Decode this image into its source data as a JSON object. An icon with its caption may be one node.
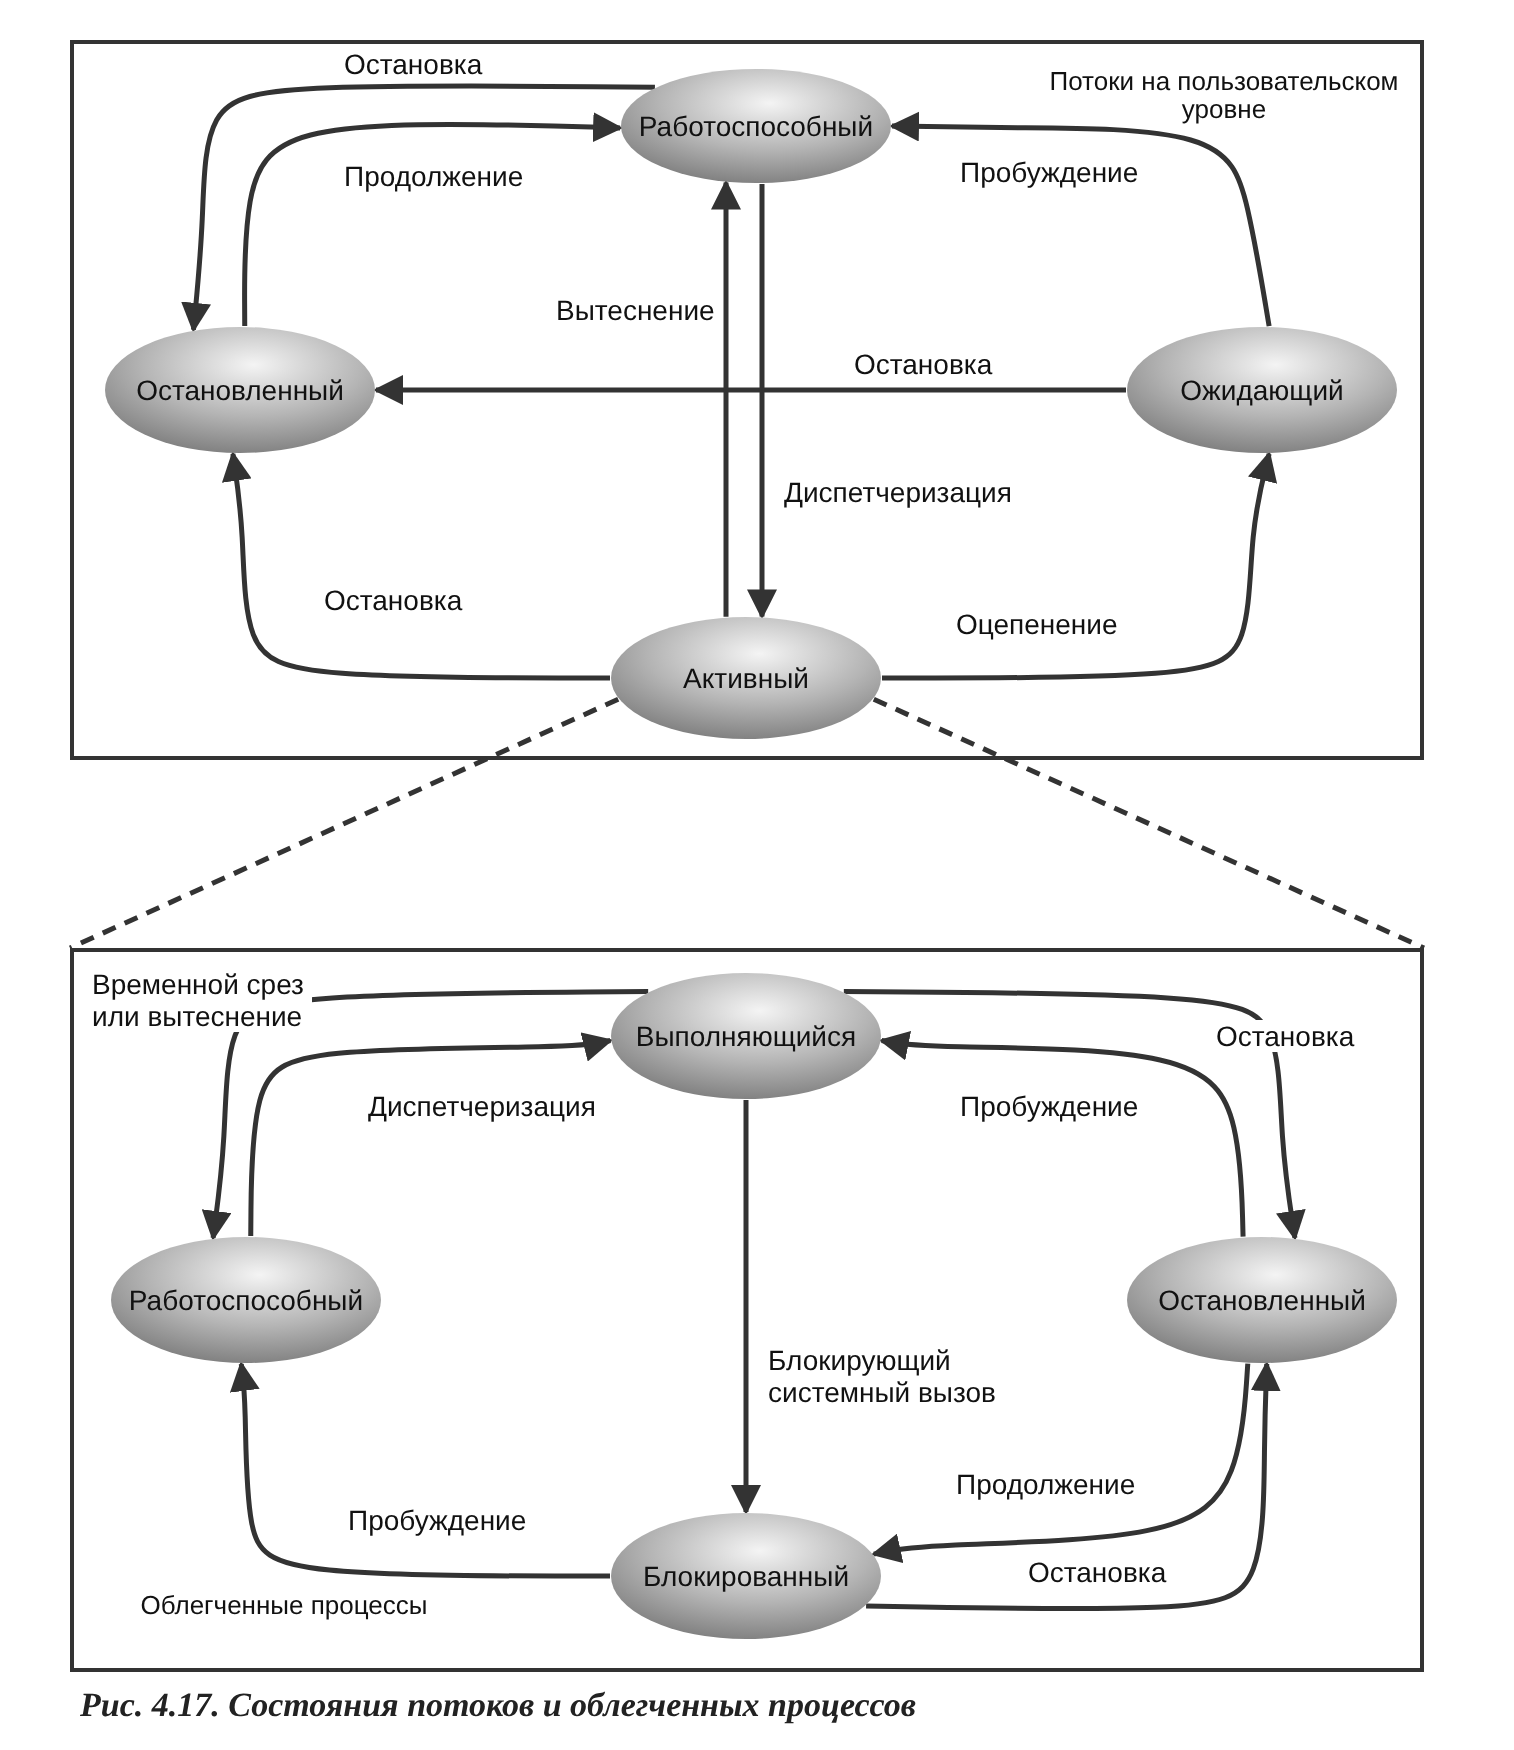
{
  "diagram": {
    "caption": "Рис. 4.17. Состояния потоков и облегченных процессов",
    "nodes": [
      {
        "text": [
          "Потоки на пользовательском уровне"
        ]
      },
      {
        "text": [
          "Работоспособный"
        ],
        "in": 0
      },
      {
        "text": [
          "Остановленный"
        ],
        "in": 0
      },
      {
        "text": [
          "Ожидающий"
        ],
        "in": 0
      },
      {
        "text": [
          "Активный"
        ],
        "in": 0
      },
      {
        "text": [
          "Облегченные процессы"
        ]
      },
      {
        "text": [
          "Выполняющийся"
        ],
        "in": 5
      },
      {
        "text": [
          "Работоспособный"
        ],
        "in": 5
      },
      {
        "text": [
          "Остановленный"
        ],
        "in": 5
      },
      {
        "text": [
          "Блокированный"
        ],
        "in": 5
      }
    ],
    "edges": [
      {
        "from": 1,
        "to": 2,
        "arrow": "to",
        "label": "Остановка"
      },
      {
        "from": 2,
        "to": 1,
        "arrow": "to",
        "label": "Продолжение"
      },
      {
        "from": 3,
        "to": 1,
        "arrow": "to",
        "label": "Пробуждение"
      },
      {
        "from": 3,
        "to": 2,
        "arrow": "to",
        "label": "Остановка"
      },
      {
        "from": 4,
        "to": 1,
        "arrow": "to",
        "label": "Вытеснение"
      },
      {
        "from": 1,
        "to": 4,
        "arrow": "to",
        "label": "Диспетчеризация"
      },
      {
        "from": 4,
        "to": 2,
        "arrow": "to",
        "label": "Остановка"
      },
      {
        "from": 4,
        "to": 3,
        "arrow": "to",
        "label": "Оцепенение"
      },
      {
        "from": 4,
        "to": 5,
        "arrow": "none",
        "style": "dashed"
      },
      {
        "from": 4,
        "to": 5,
        "arrow": "none",
        "style": "dashed"
      },
      {
        "from": 6,
        "to": 7,
        "arrow": "to",
        "label": "Временной срез или вытеснение"
      },
      {
        "from": 7,
        "to": 6,
        "arrow": "to",
        "label": "Диспетчеризация"
      },
      {
        "from": 6,
        "to": 8,
        "arrow": "to",
        "label": "Остановка"
      },
      {
        "from": 8,
        "to": 6,
        "arrow": "to",
        "label": "Пробуждение"
      },
      {
        "from": 6,
        "to": 9,
        "arrow": "to",
        "label": "Блокирующий системный вызов"
      },
      {
        "from": 9,
        "to": 7,
        "arrow": "to",
        "label": "Пробуждение"
      },
      {
        "from": 8,
        "to": 9,
        "arrow": "to",
        "label": "Продолжение"
      },
      {
        "from": 9,
        "to": 8,
        "arrow": "to",
        "label": "Остановка"
      }
    ]
  }
}
